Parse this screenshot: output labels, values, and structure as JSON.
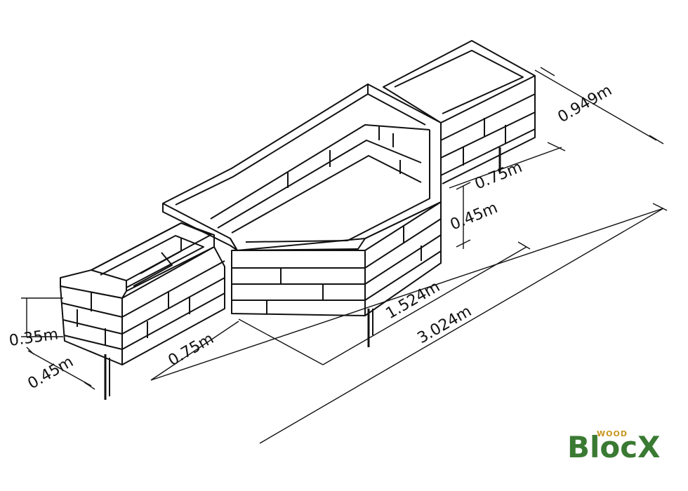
{
  "diagram": {
    "dimensions": {
      "d_0949": "0.949m",
      "d_075_right": "0.75m",
      "d_045_right": "0.45m",
      "d_1524": "1.524m",
      "d_3024": "3.024m",
      "d_035": "0.35m",
      "d_045_left": "0.45m",
      "d_075_left": "0.75m"
    }
  },
  "logo": {
    "top_word": "WOOD",
    "main_word": "BlocX",
    "colors": {
      "wood": "#c8951e",
      "main": "#3a7a33"
    }
  },
  "colors": {
    "line": "#111111",
    "background": "#ffffff"
  }
}
